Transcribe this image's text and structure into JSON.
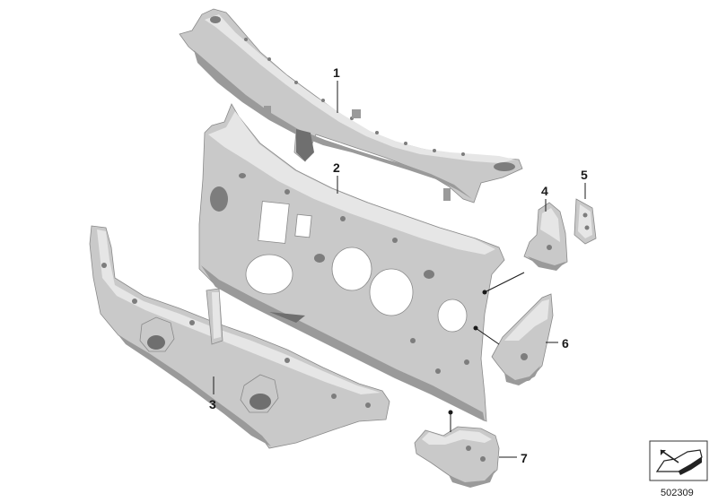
{
  "callouts": [
    {
      "id": "1",
      "label": "1"
    },
    {
      "id": "2",
      "label": "2"
    },
    {
      "id": "3",
      "label": "3"
    },
    {
      "id": "4",
      "label": "4"
    },
    {
      "id": "5",
      "label": "5"
    },
    {
      "id": "6",
      "label": "6"
    },
    {
      "id": "7",
      "label": "7"
    }
  ],
  "reference": {
    "number": "502309",
    "icon": "car-body-part-icon"
  }
}
